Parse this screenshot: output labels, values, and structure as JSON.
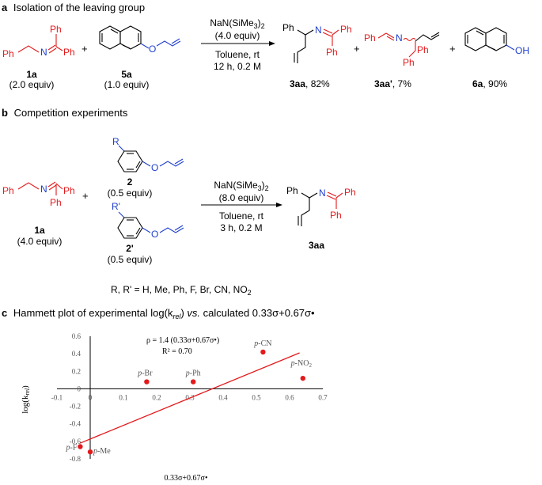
{
  "colors": {
    "red": "#e31a1c",
    "blue": "#1f3fd0",
    "black": "#000000",
    "grey": "#555555"
  },
  "section_a": {
    "letter": "a",
    "title": "Isolation of the leaving group",
    "labels": {
      "ph": "Ph",
      "n": "N",
      "o": "O",
      "oh": "OH",
      "c1a": "1a",
      "c1a_eq": "(2.0 equiv)",
      "c5a": "5a",
      "c5a_eq": "(1.0 equiv)",
      "plus": "+"
    },
    "conditions": [
      "NaN(SiMe3)2",
      "(4.0 equiv)",
      "Toluene, rt",
      "12 h, 0.2 M"
    ],
    "products": [
      {
        "id": "3aa",
        "yield": ", 82%"
      },
      {
        "id": "3aa'",
        "yield": ", 7%"
      },
      {
        "id": "6a",
        "yield": ", 90%"
      }
    ]
  },
  "section_b": {
    "letter": "b",
    "title": "Competition experiments",
    "labels": {
      "r": "R",
      "rp": "R'",
      "c2": "2",
      "c2_eq": "(0.5 equiv)",
      "c2p": "2'",
      "c2p_eq": "(0.5 equiv)",
      "c1a": "1a",
      "c1a_eq": "(4.0 equiv)",
      "product": "3aa"
    },
    "conditions": [
      "NaN(SiMe3)2",
      "(8.0 equiv)",
      "Toluene, rt",
      "3 h, 0.2 M"
    ],
    "substituents_text": "R, R' = H, Me, Ph, F, Br, CN, NO2"
  },
  "section_c": {
    "letter": "c",
    "title_prefix": "Hammett plot of experimental log(k",
    "title_rel": "rel",
    "title_mid": ") ",
    "title_vs": "vs.",
    "title_suffix": " calculated 0.33σ+0.67σ•"
  },
  "chart_data": {
    "type": "scatter",
    "xlabel": "0.33σ+0.67σ•",
    "ylabel": "log(krel)",
    "xlim": [
      -0.1,
      0.7
    ],
    "ylim": [
      -0.8,
      0.6
    ],
    "x_ticks": [
      "-0.1",
      "0",
      "0.1",
      "0.2",
      "0.3",
      "0.4",
      "0.5",
      "0.6",
      "0.7"
    ],
    "y_ticks": [
      "0.6",
      "0.4",
      "0.2",
      "0",
      "-0.2",
      "-0.4",
      "-0.6",
      "-0.8"
    ],
    "annotations": [
      "ρ = 1.4 (0.33σ+0.67σ•)",
      "R² = 0.70"
    ],
    "points": [
      {
        "label": "p-CN",
        "x": 0.52,
        "y": 0.42
      },
      {
        "label": "p-NO2",
        "x": 0.64,
        "y": 0.12
      },
      {
        "label": "p-Br",
        "x": 0.17,
        "y": 0.08
      },
      {
        "label": "p-Ph",
        "x": 0.31,
        "y": 0.08
      },
      {
        "label": "p-F",
        "x": -0.03,
        "y": -0.66
      },
      {
        "label": "p-Me",
        "x": 0.0,
        "y": -0.72
      }
    ],
    "fit_line": {
      "x": [
        -0.03,
        0.63
      ],
      "y": [
        -0.62,
        0.41
      ]
    },
    "grid": false
  }
}
